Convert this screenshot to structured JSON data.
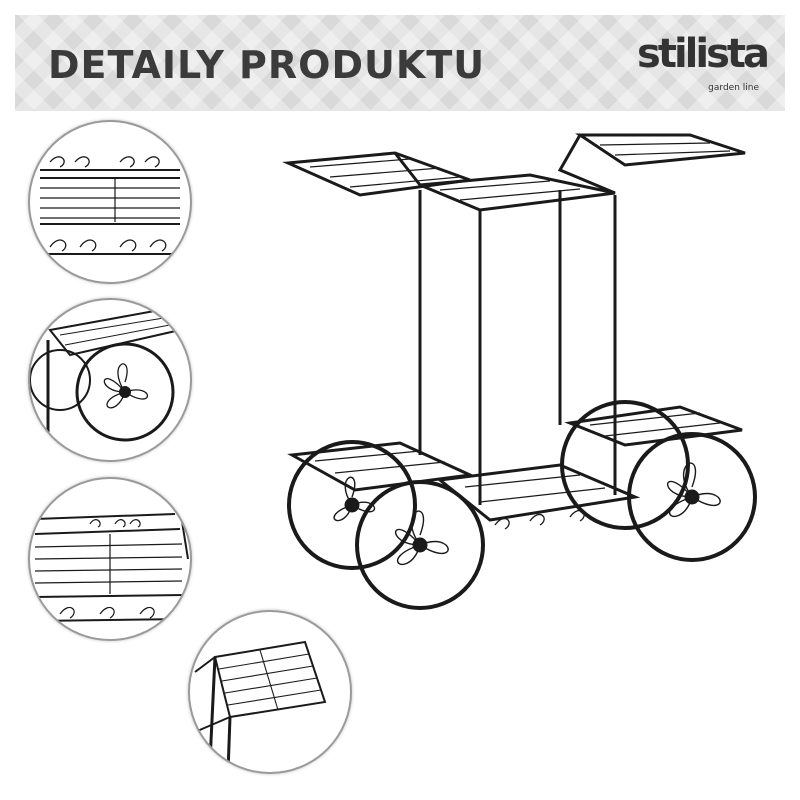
{
  "banner": {
    "title": "DETAILY PRODUKTU"
  },
  "logo": {
    "brand": "stilista",
    "tagline": "garden line"
  },
  "colors": {
    "metal": "#1a1a1a",
    "banner_text": "#3b3b3b",
    "banner_bg": "#dddddd"
  }
}
